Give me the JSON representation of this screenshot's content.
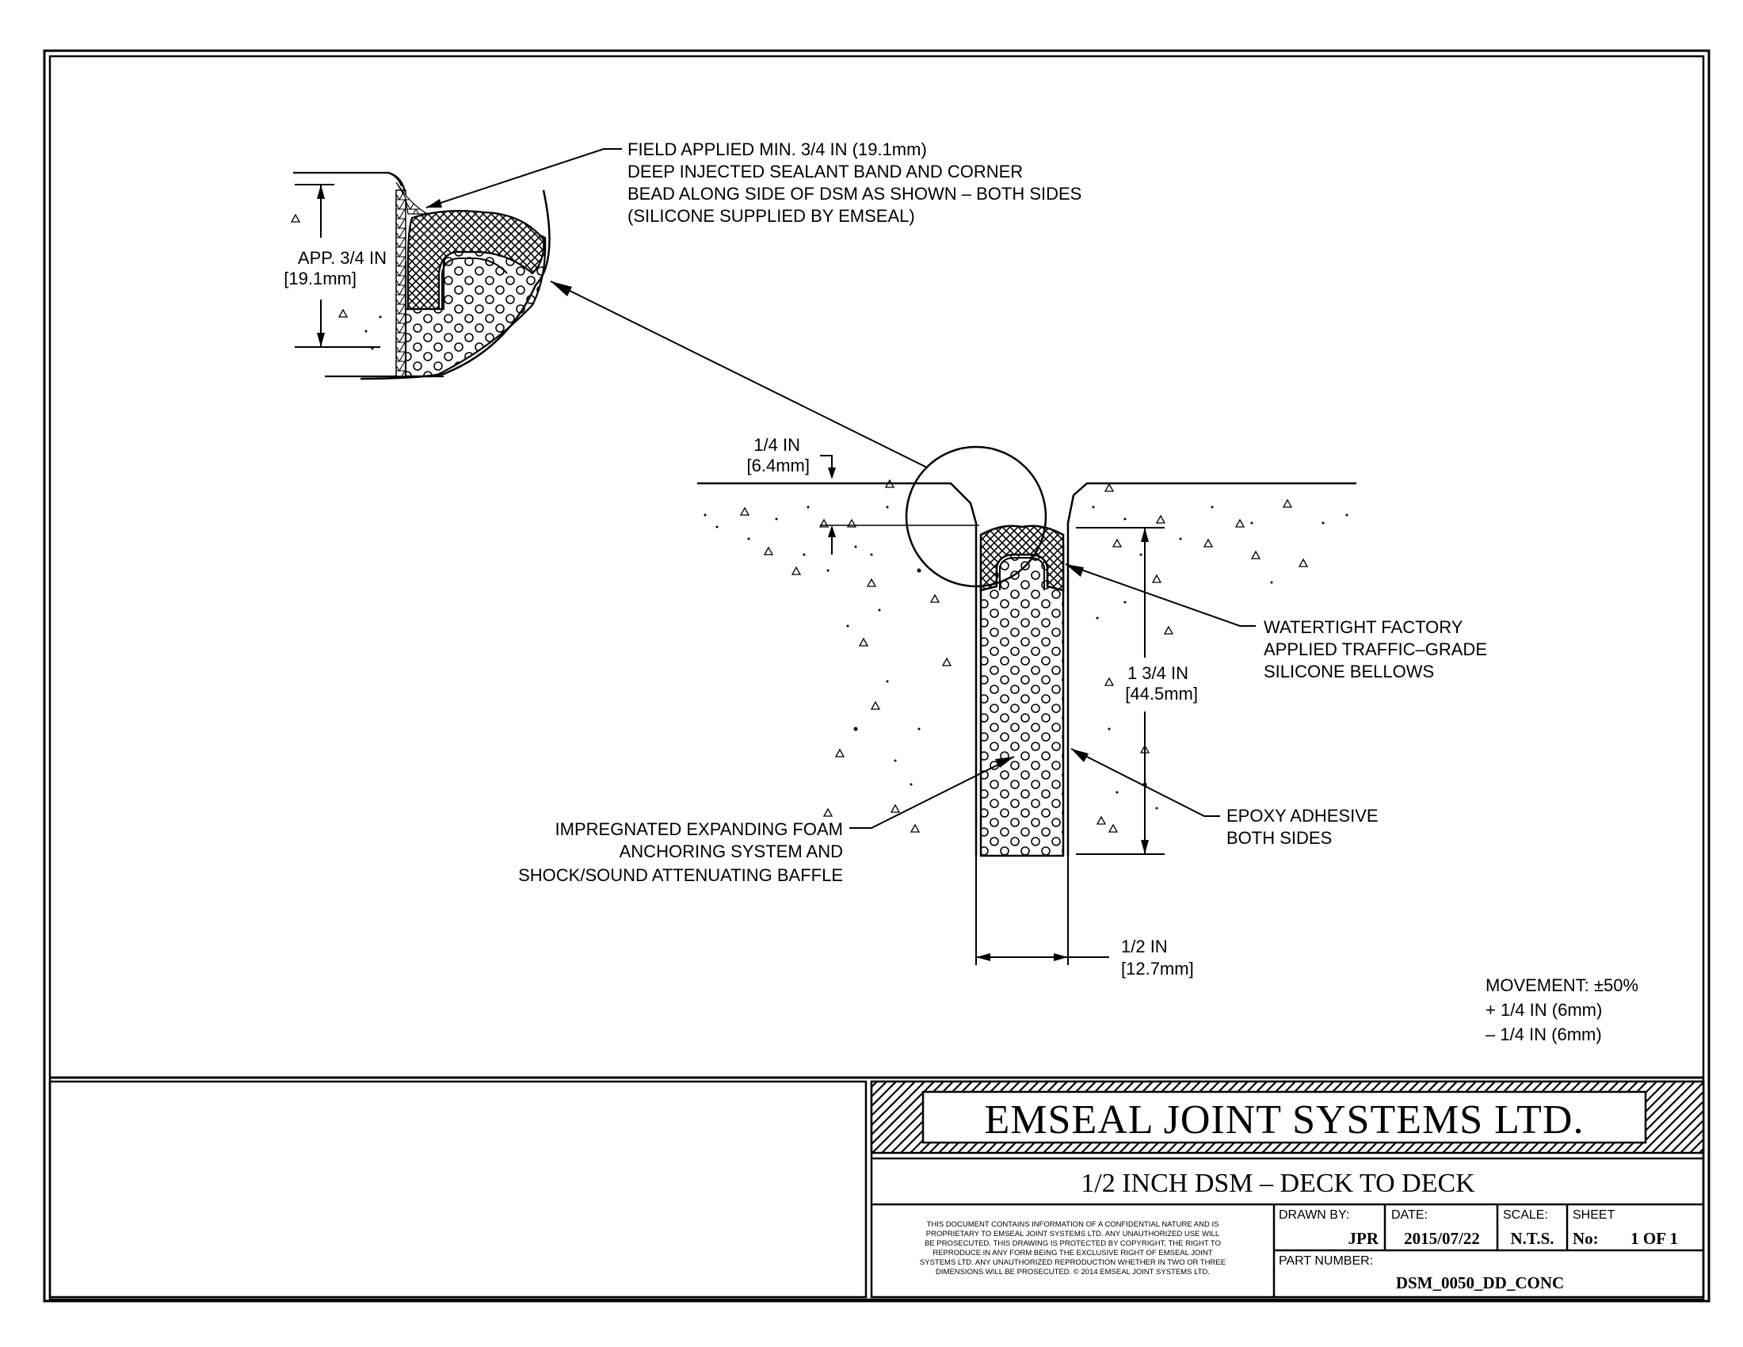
{
  "callouts": {
    "sealant_band": [
      "FIELD APPLIED MIN. 3/4 IN (19.1mm)",
      "DEEP INJECTED SEALANT BAND AND CORNER",
      "BEAD ALONG SIDE OF DSM AS SHOWN – BOTH SIDES",
      "(SILICONE SUPPLIED BY EMSEAL)"
    ],
    "bellows": [
      "WATERTIGHT FACTORY",
      "APPLIED TRAFFIC–GRADE",
      "SILICONE BELLOWS"
    ],
    "epoxy": [
      "EPOXY ADHESIVE",
      "BOTH SIDES"
    ],
    "foam": [
      "IMPREGNATED EXPANDING FOAM",
      "ANCHORING SYSTEM AND",
      "SHOCK/SOUND ATTENUATING BAFFLE"
    ]
  },
  "dimensions": {
    "detail_depth": [
      "APP. 3/4 IN",
      "[19.1mm]"
    ],
    "recess": [
      "1/4 IN",
      "[6.4mm]"
    ],
    "foam_depth": [
      "1 3/4 IN",
      "[44.5mm]"
    ],
    "joint_width": [
      "1/2 IN",
      "[12.7mm]"
    ]
  },
  "movement": [
    "MOVEMENT: ±50%",
    "+ 1/4 IN (6mm)",
    "– 1/4 IN (6mm)"
  ],
  "title_block": {
    "company": "EMSEAL JOINT SYSTEMS LTD.",
    "drawing_title": "1/2 INCH DSM – DECK TO DECK",
    "disclaimer": [
      "THIS DOCUMENT CONTAINS INFORMATION OF A CONFIDENTIAL NATURE AND IS",
      "PROPRIETARY TO EMSEAL JOINT SYSTEMS LTD. ANY UNAUTHORIZED USE WILL",
      "BE PROSECUTED. THIS DRAWING IS PROTECTED BY COPYRIGHT, THE RIGHT TO",
      "REPRODUCE IN ANY FORM BEING THE EXCLUSIVE RIGHT OF EMSEAL JOINT",
      "SYSTEMS LTD. ANY UNAUTHORIZED REPRODUCTION WHETHER IN TWO OR THREE",
      "DIMENSIONS WILL BE PROSECUTED. © 2014 EMSEAL JOINT SYSTEMS LTD."
    ],
    "drawn_by_label": "DRAWN BY:",
    "drawn_by": "JPR",
    "date_label": "DATE:",
    "date": "2015/07/22",
    "scale_label": "SCALE:",
    "scale": "N.T.S.",
    "sheet_label": "SHEET",
    "sheet_no_label": "No:",
    "sheet": "1 OF 1",
    "part_number_label": "PART NUMBER:",
    "part_number": "DSM_0050_DD_CONC"
  }
}
